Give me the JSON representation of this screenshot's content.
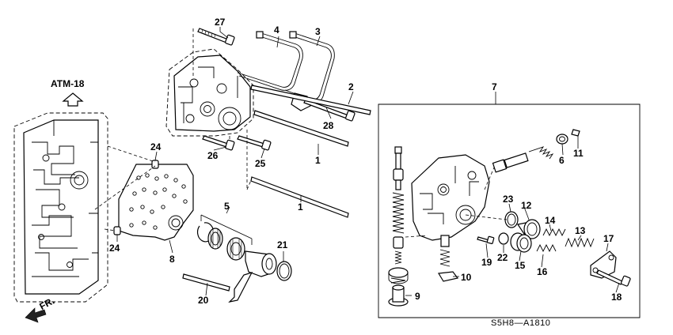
{
  "reference_label": "ATM-18",
  "front_label": "FR.",
  "diagram_code": "S5H8—A1810",
  "callouts": [
    {
      "id": "c1a",
      "text": "1"
    },
    {
      "id": "c1b",
      "text": "1"
    },
    {
      "id": "c2",
      "text": "2"
    },
    {
      "id": "c3",
      "text": "3"
    },
    {
      "id": "c4",
      "text": "4"
    },
    {
      "id": "c5",
      "text": "5"
    },
    {
      "id": "c6",
      "text": "6"
    },
    {
      "id": "c7",
      "text": "7"
    },
    {
      "id": "c8",
      "text": "8"
    },
    {
      "id": "c9",
      "text": "9"
    },
    {
      "id": "c10",
      "text": "10"
    },
    {
      "id": "c11",
      "text": "11"
    },
    {
      "id": "c12",
      "text": "12"
    },
    {
      "id": "c13",
      "text": "13"
    },
    {
      "id": "c14",
      "text": "14"
    },
    {
      "id": "c15",
      "text": "15"
    },
    {
      "id": "c16",
      "text": "16"
    },
    {
      "id": "c17",
      "text": "17"
    },
    {
      "id": "c18",
      "text": "18"
    },
    {
      "id": "c19",
      "text": "19"
    },
    {
      "id": "c20",
      "text": "20"
    },
    {
      "id": "c21",
      "text": "21"
    },
    {
      "id": "c22",
      "text": "22"
    },
    {
      "id": "c23",
      "text": "23"
    },
    {
      "id": "c24a",
      "text": "24"
    },
    {
      "id": "c24b",
      "text": "24"
    },
    {
      "id": "c25",
      "text": "25"
    },
    {
      "id": "c26",
      "text": "26"
    },
    {
      "id": "c27",
      "text": "27"
    },
    {
      "id": "c28",
      "text": "28"
    }
  ]
}
